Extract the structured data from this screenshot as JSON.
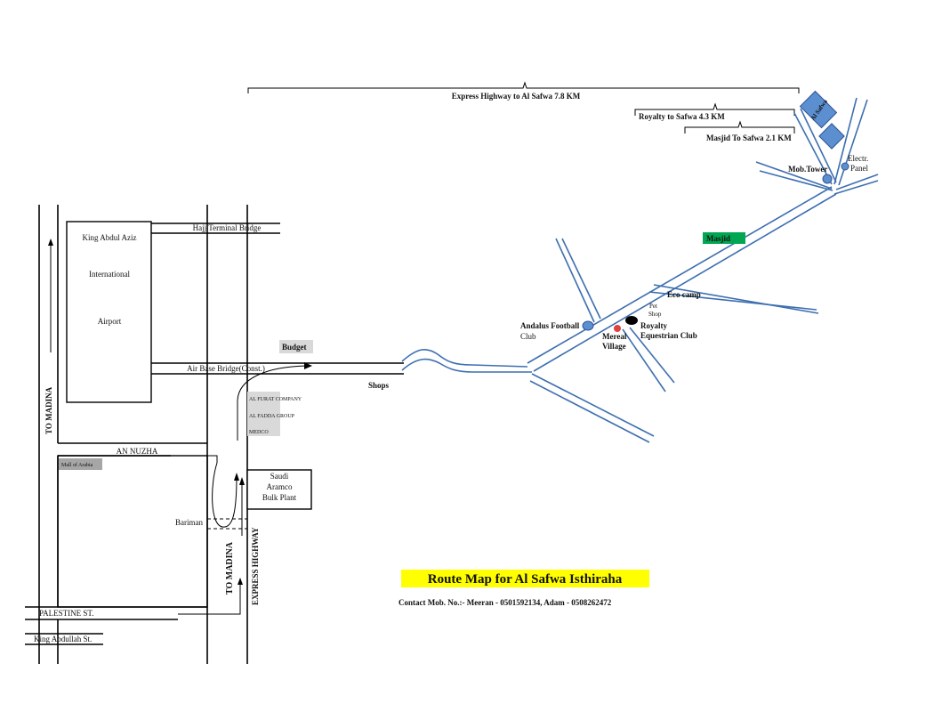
{
  "distances": {
    "express": "Express Highway to Al Safwa 7.8 KM",
    "royalty": "Royalty to Safwa   4.3 KM",
    "masjid": "Masjid To Safwa 2.1 KM"
  },
  "places": {
    "al_safwa": "Al Safwa",
    "electr_panel_1": "Electr.",
    "electr_panel_2": "Panel",
    "mob_tower": "Mob.Tower",
    "masjid": "Masjid",
    "eco_camp": "Eco camp",
    "pet_shop_1": "Pet",
    "pet_shop_2": "Shop",
    "andalus_1": "Andalus Football",
    "andalus_2": "Club",
    "royalty_1": "Royalty",
    "royalty_2": "Equestrian Club",
    "mereal_1": "Mereal",
    "mereal_2": "Village",
    "budget": "Budget",
    "shops": "Shops",
    "airport_1": "King Abdul Aziz",
    "airport_2": "International",
    "airport_3": "Airport",
    "al_furat": "AL FURAT COMPANY",
    "al_fadda": "AL FADDA GROUP",
    "medco": "MEDCO",
    "mall": "Mall of Arabia",
    "aramco_1": "Saudi",
    "aramco_2": "Aramco",
    "aramco_3": "Bulk Plant",
    "bariman": "Bariman"
  },
  "roads": {
    "hajj_bridge": "Hajj Terminal Bridge",
    "air_base_bridge": "Air Base Bridge(Const.)",
    "an_nuzha": "AN NUZHA",
    "palestine": "PALESTINE ST.",
    "king_abdullah": "King Abdullah St.",
    "to_madina_left": "TO MADINA",
    "to_madina_mid": "TO MADINA",
    "express_highway": "EXPRESS HIGHWAY"
  },
  "footer": {
    "title": "Route Map for Al Safwa Isthiraha",
    "contact": "Contact Mob. No.:-  Meeran - 0501592134,  Adam - 0508262472"
  },
  "colors": {
    "road_blue": "#3d6fb0",
    "title_bg": "#ffff00",
    "masjid_bg": "#00a651",
    "highlight_grey": "#d9d9d9"
  }
}
